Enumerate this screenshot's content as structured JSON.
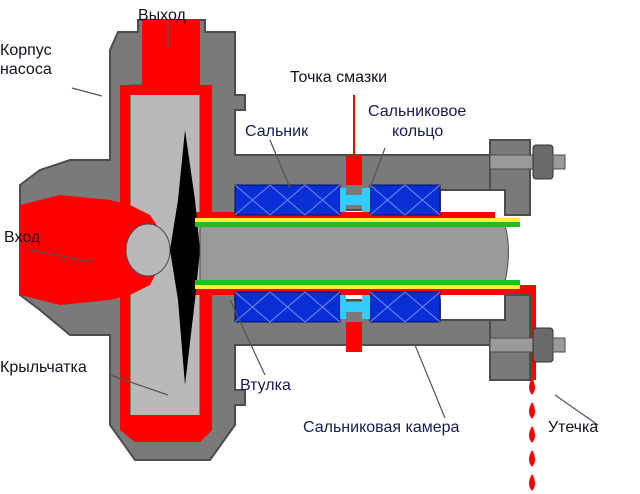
{
  "colors": {
    "housing": "#7a7a7a",
    "housing_dark": "#4d4d4d",
    "cavity": "#b9b9b9",
    "fluid": "#ff0000",
    "shaft": "#9a9a9a",
    "packing": "#0a2ed6",
    "lantern_ring": "#33ccff",
    "sleeve_green": "#22bb22",
    "sleeve_yellow": "#ffee33",
    "impeller": "#000000",
    "nut": "#6a6a6a",
    "leak": "#ff0000",
    "label_dark": "#111122",
    "label_blue": "#1a1a55",
    "leader": "#555555"
  },
  "labels": {
    "outlet": "Выход",
    "housing_line1": "Корпус",
    "housing_line2": "насоса",
    "lube_point": "Точка смазки",
    "lantern_line1": "Сальниковое",
    "lantern_line2": "кольцо",
    "packing": "Сальник",
    "inlet": "Вход",
    "impeller": "Крыльчатка",
    "sleeve": "Втулка",
    "stuffing_box": "Сальниковая камера",
    "leak": "Утечка"
  }
}
